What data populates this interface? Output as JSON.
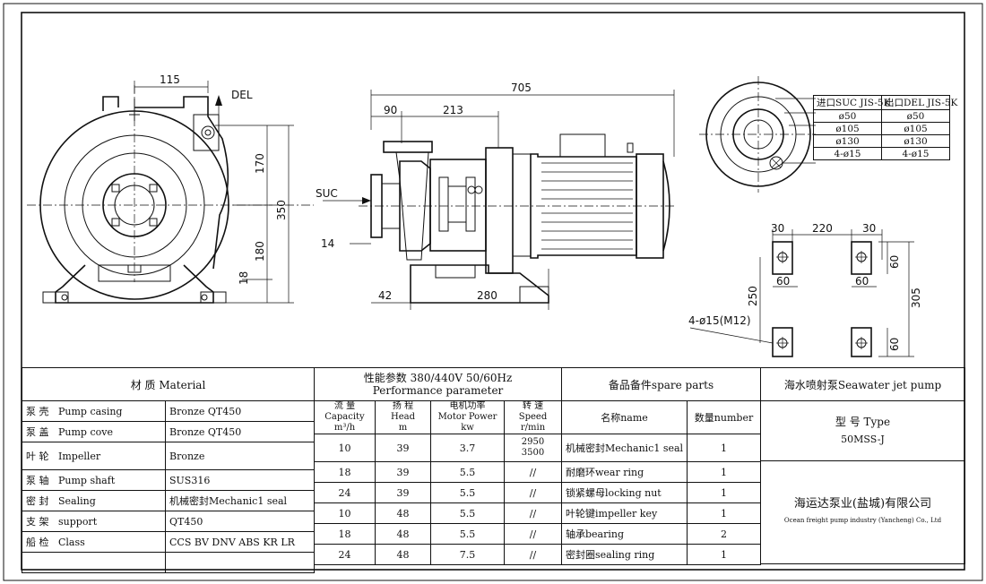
{
  "dimensions": {
    "front": {
      "d115": "115",
      "del": "DEL",
      "d170": "170",
      "d350": "350",
      "d180": "180",
      "d18": "18"
    },
    "side": {
      "d705": "705",
      "d90": "90",
      "d213": "213",
      "suc": "SUC",
      "d14": "14",
      "d42": "42",
      "d280": "280"
    },
    "base": {
      "d30a": "30",
      "d220": "220",
      "d30b": "30",
      "d60a": "60",
      "d60b": "60",
      "d60c": "60",
      "d250": "250",
      "d305": "305",
      "hole": "4-ø15(M12)",
      "d60d": "60"
    }
  },
  "flange_table": {
    "headers": [
      "进口SUC JIS-5K",
      "出口DEL JIS-5K"
    ],
    "rows": [
      [
        "ø50",
        "ø50"
      ],
      [
        "ø105",
        "ø105"
      ],
      [
        "ø130",
        "ø130"
      ],
      [
        "4-ø15",
        "4-ø15"
      ]
    ]
  },
  "materials": {
    "title": "材  质  Material",
    "rows": [
      {
        "cn": "泵  壳",
        "en": "Pump casing",
        "value": "Bronze     QT450"
      },
      {
        "cn": "泵  盖",
        "en": "Pump cove",
        "value": "Bronze     QT450"
      },
      {
        "cn": "叶  轮",
        "en": "Impeller",
        "value": "Bronze"
      },
      {
        "cn": "泵  轴",
        "en": "Pump shaft",
        "value": "SUS316"
      },
      {
        "cn": "密  封",
        "en": "Sealing",
        "value": "机械密封Mechanic1 seal"
      },
      {
        "cn": "支  架",
        "en": "support",
        "value": "QT450"
      },
      {
        "cn": "船  检",
        "en": "Class",
        "value": "CCS BV DNV ABS KR LR"
      }
    ]
  },
  "performance": {
    "title_cn": "性能参数   380/440V  50/60Hz",
    "title_en": "Performance parameter",
    "col_capacity": "流  量\nCapacity\nm³/h",
    "col_head": "扬  程\nHead\nm",
    "col_power": "电机功率\nMotor Power\nkw",
    "col_speed": "转  速\nSpeed\nr/min",
    "rows": [
      {
        "capacity": "10",
        "head": "39",
        "power": "3.7",
        "speed": "2950\n3500"
      },
      {
        "capacity": "18",
        "head": "39",
        "power": "5.5",
        "speed": "//"
      },
      {
        "capacity": "24",
        "head": "39",
        "power": "5.5",
        "speed": "//"
      },
      {
        "capacity": "10",
        "head": "48",
        "power": "5.5",
        "speed": "//"
      },
      {
        "capacity": "18",
        "head": "48",
        "power": "5.5",
        "speed": "//"
      },
      {
        "capacity": "24",
        "head": "48",
        "power": "7.5",
        "speed": "//"
      }
    ]
  },
  "spare_parts": {
    "title": "备品备件spare parts",
    "col_name": "名称name",
    "col_number": "数量number",
    "rows": [
      {
        "name": "机械密封Mechanic1 seal",
        "number": "1"
      },
      {
        "name": "耐磨环wear ring",
        "number": "1"
      },
      {
        "name": "锁紧螺母locking nut",
        "number": "1"
      },
      {
        "name": "叶轮键impeller key",
        "number": "1"
      },
      {
        "name": "轴承bearing",
        "number": "2"
      },
      {
        "name": "密封圈sealing ring",
        "number": "1"
      }
    ]
  },
  "product": {
    "title": "海水喷射泵Seawater jet pump",
    "type_label": "型 号 Type",
    "type_value": "50MSS-J",
    "company_cn": "海运达泵业(盐城)有限公司",
    "company_en": "Ocean freight pump industry (Yancheng) Co., Ltd"
  }
}
